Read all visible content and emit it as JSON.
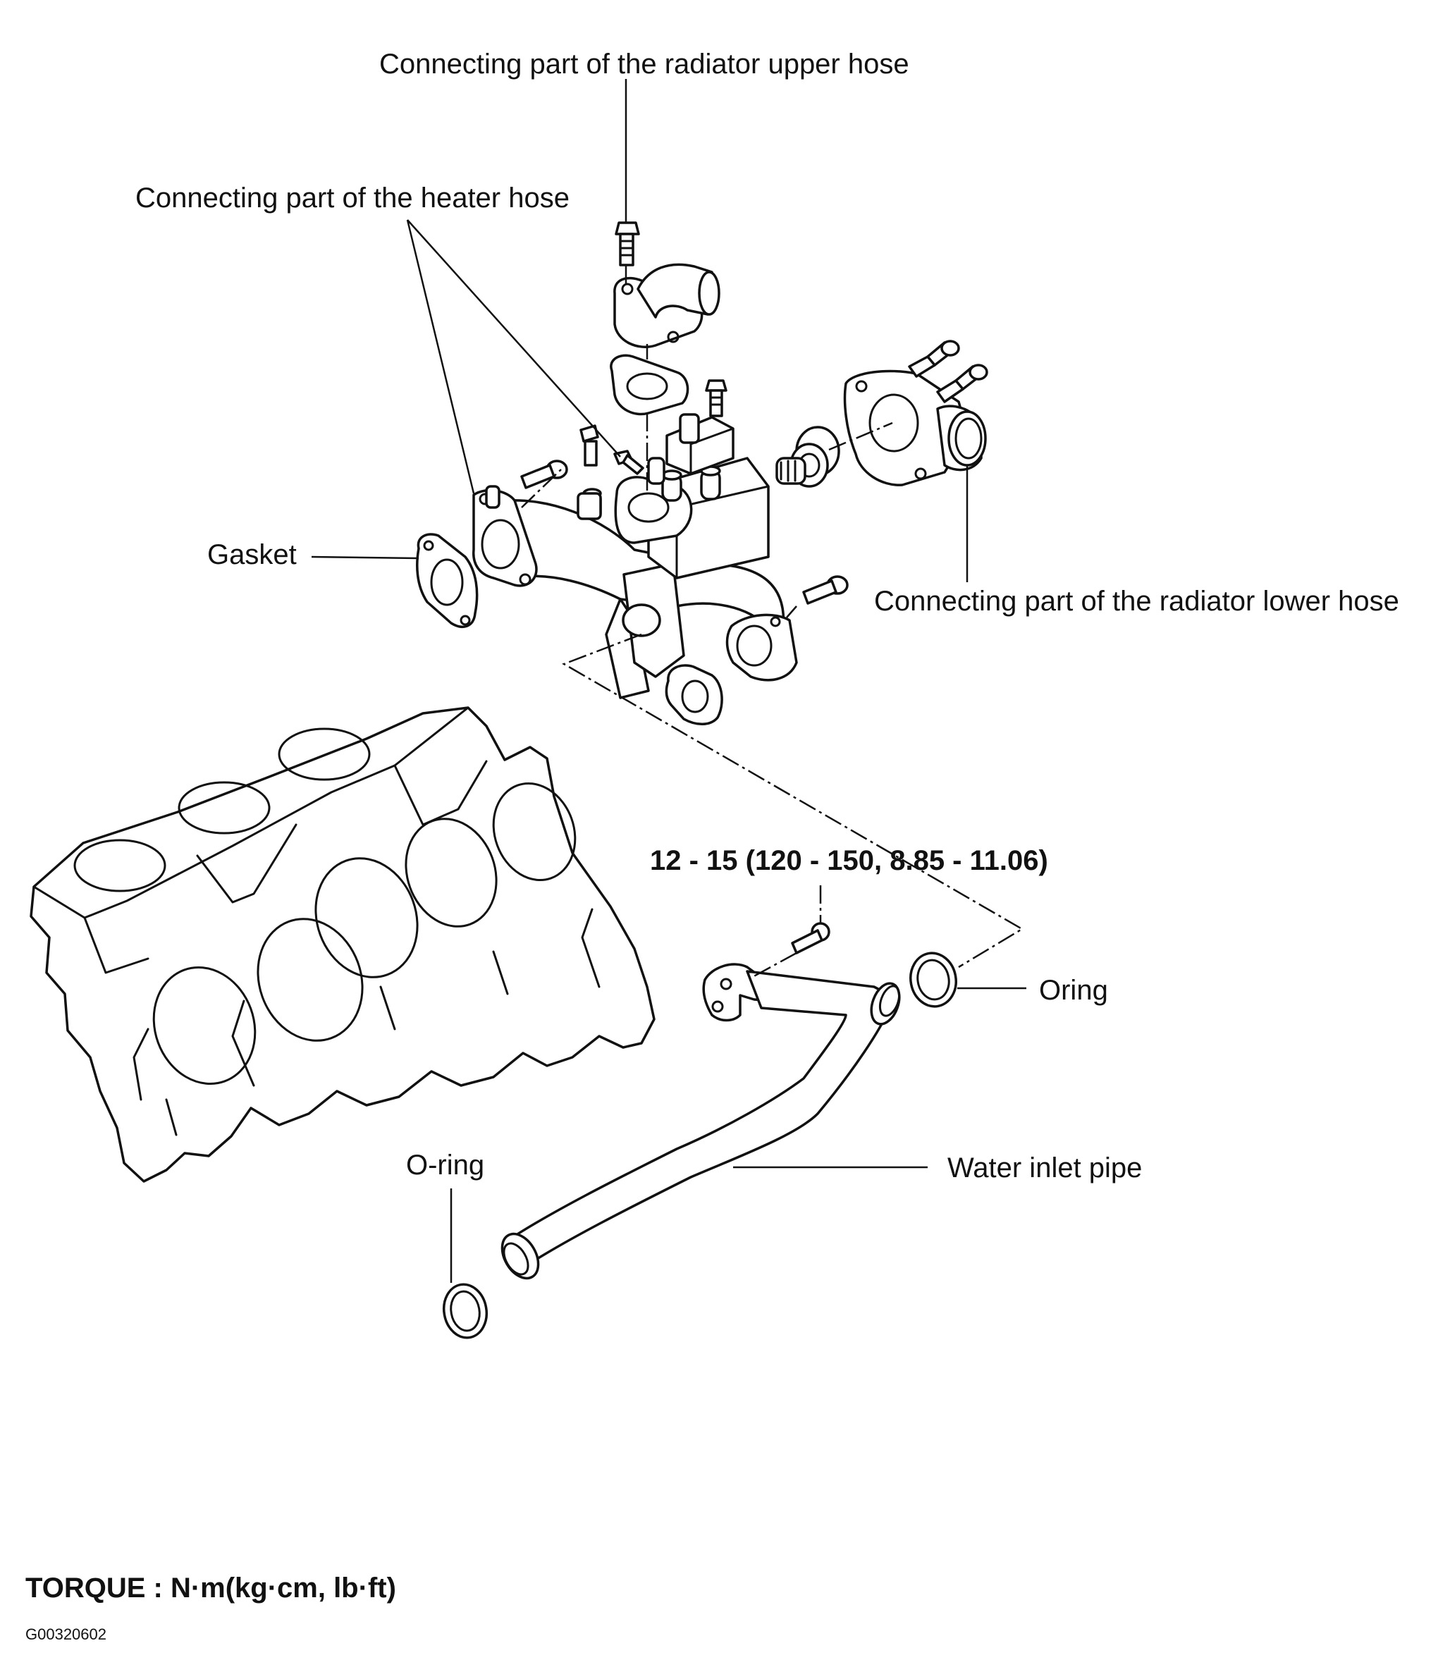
{
  "labels": {
    "upper_hose": "Connecting part of the radiator upper hose",
    "heater_hose": "Connecting part of the heater hose",
    "gasket": "Gasket",
    "lower_hose": "Connecting part of the radiator lower hose",
    "torque_value": "12 - 15 (120 - 150, 8.85 - 11.06)",
    "oring_right": "Oring",
    "oring_left": "O-ring",
    "water_inlet_pipe": "Water inlet pipe",
    "torque_units": "TORQUE : N·m(kg·cm, lb·ft)",
    "figure_code": "G00320602"
  },
  "colors": {
    "ink": "#111111",
    "paper": "#ffffff"
  },
  "icons": {
    "bolt": "bolt-icon",
    "gasket": "gasket-icon",
    "o_ring": "o-ring-icon",
    "thermostat": "thermostat-icon"
  }
}
